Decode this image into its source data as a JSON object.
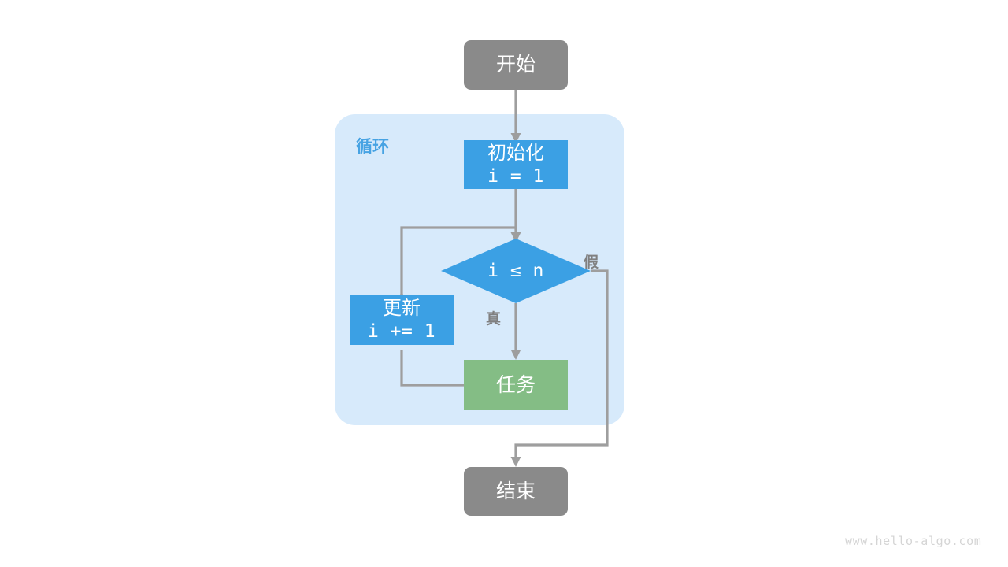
{
  "diagram": {
    "title": "for-loop-flowchart",
    "watermark": "www.hello-algo.com",
    "group": {
      "label": "循环"
    },
    "nodes": {
      "start": {
        "label": "开始"
      },
      "init": {
        "label": "初始化",
        "expression": "i = 1"
      },
      "condition": {
        "expression": "i ≤ n"
      },
      "update": {
        "label": "更新",
        "expression": "i += 1"
      },
      "task": {
        "label": "任务"
      },
      "end": {
        "label": "结束"
      }
    },
    "edge_labels": {
      "true": "真",
      "false": "假"
    },
    "colors": {
      "terminal": "#8a8a8a",
      "process": "#3ba0e4",
      "decision": "#3ba0e4",
      "task": "#84bd85",
      "group_bg": "#d7eafb",
      "group_label": "#47a3e3",
      "connector": "#9e9e9e",
      "text_on_fill": "#ffffff",
      "edge_label": "#808080",
      "watermark": "#d5d5d5",
      "background": "#ffffff"
    }
  }
}
